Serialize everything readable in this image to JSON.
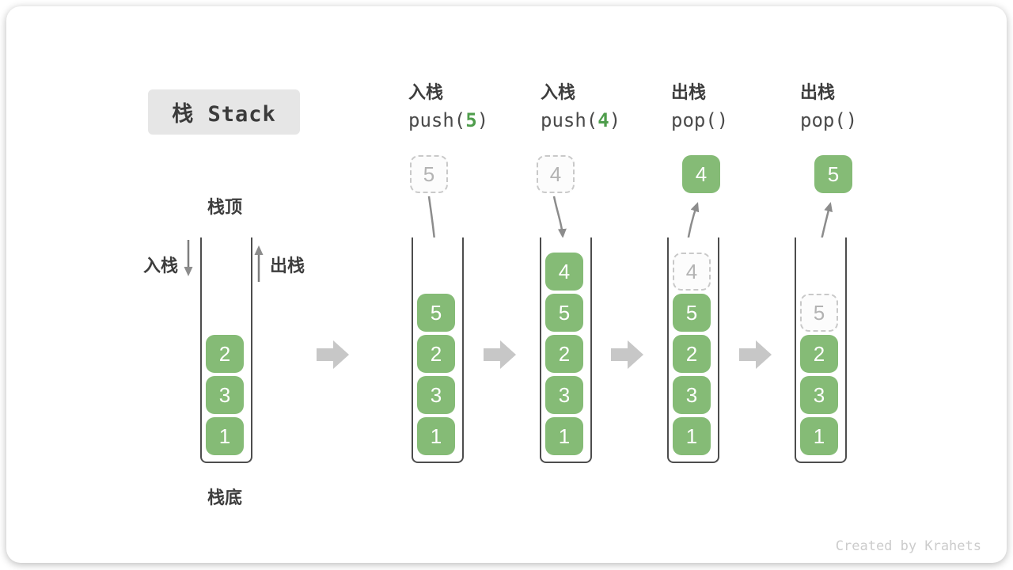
{
  "title": "栈 Stack",
  "first_stack": {
    "top_label": "栈顶",
    "bottom_label": "栈底",
    "push_label": "入栈",
    "pop_label": "出栈"
  },
  "operations": [
    {
      "name": "入栈",
      "fn": "push(",
      "arg": "5",
      "close": ")"
    },
    {
      "name": "入栈",
      "fn": "push(",
      "arg": "4",
      "close": ")"
    },
    {
      "name": "出栈",
      "fn": "pop(",
      "arg": "",
      "close": ")"
    },
    {
      "name": "出栈",
      "fn": "pop(",
      "arg": "",
      "close": ")"
    }
  ],
  "floating_boxes": [
    {
      "value": "5",
      "variant": "dashed"
    },
    {
      "value": "4",
      "variant": "dashed"
    },
    {
      "value": "4",
      "variant": "solid"
    },
    {
      "value": "5",
      "variant": "solid"
    }
  ],
  "stacks": [
    {
      "blocks": [
        "2",
        "3",
        "1"
      ]
    },
    {
      "blocks": [
        "5",
        "2",
        "3",
        "1"
      ]
    },
    {
      "blocks": [
        "4",
        "5",
        "2",
        "3",
        "1"
      ]
    },
    {
      "ghost": "4",
      "blocks": [
        "5",
        "2",
        "3",
        "1"
      ]
    },
    {
      "ghost": "5",
      "blocks": [
        "2",
        "3",
        "1"
      ]
    }
  ],
  "watermark": "Created by Krahets",
  "colors": {
    "block_green": "#85bb76",
    "code_green": "#4f9d4c",
    "title_bg": "#e6e6e6",
    "transition_arrow": "#c7c7c7",
    "flow_arrow": "#8c8c8c"
  }
}
